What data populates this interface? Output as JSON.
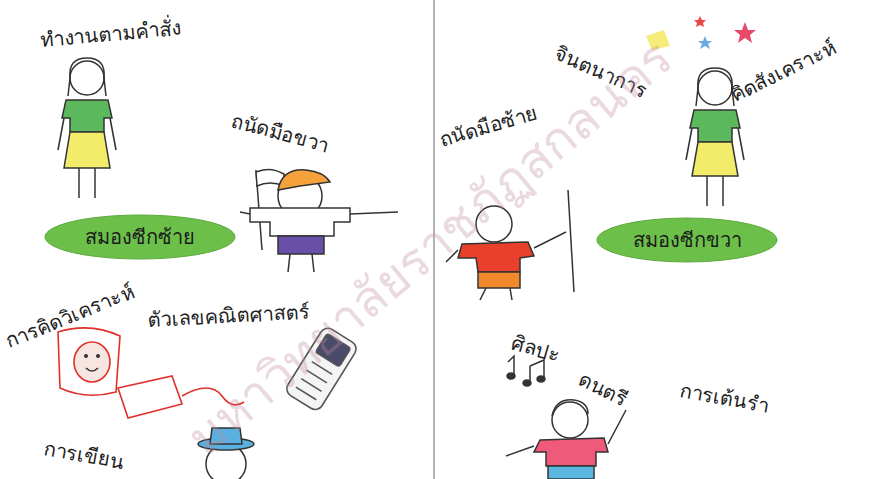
{
  "diagram": {
    "nodes": [
      {
        "text": [
          "สมองซีกซ้าย"
        ]
      },
      {
        "text": [
          "สมองซีกขวา"
        ]
      }
    ],
    "labels": [
      "ทำงานตามคำสั่ง",
      "ถนัดมือขวา",
      "การคิดวิเคราะห์",
      "ตัวเลขคณิตศาสตร์",
      "การเขียน",
      "จินตนาการ",
      "คิดสังเคราะห์",
      "ถนัดมือซ้าย",
      "ศิลปะ",
      "ดนตรี",
      "การเต้นรำ",
      "มหาวิทยาลัยราชภัฏสกลนคร"
    ]
  }
}
